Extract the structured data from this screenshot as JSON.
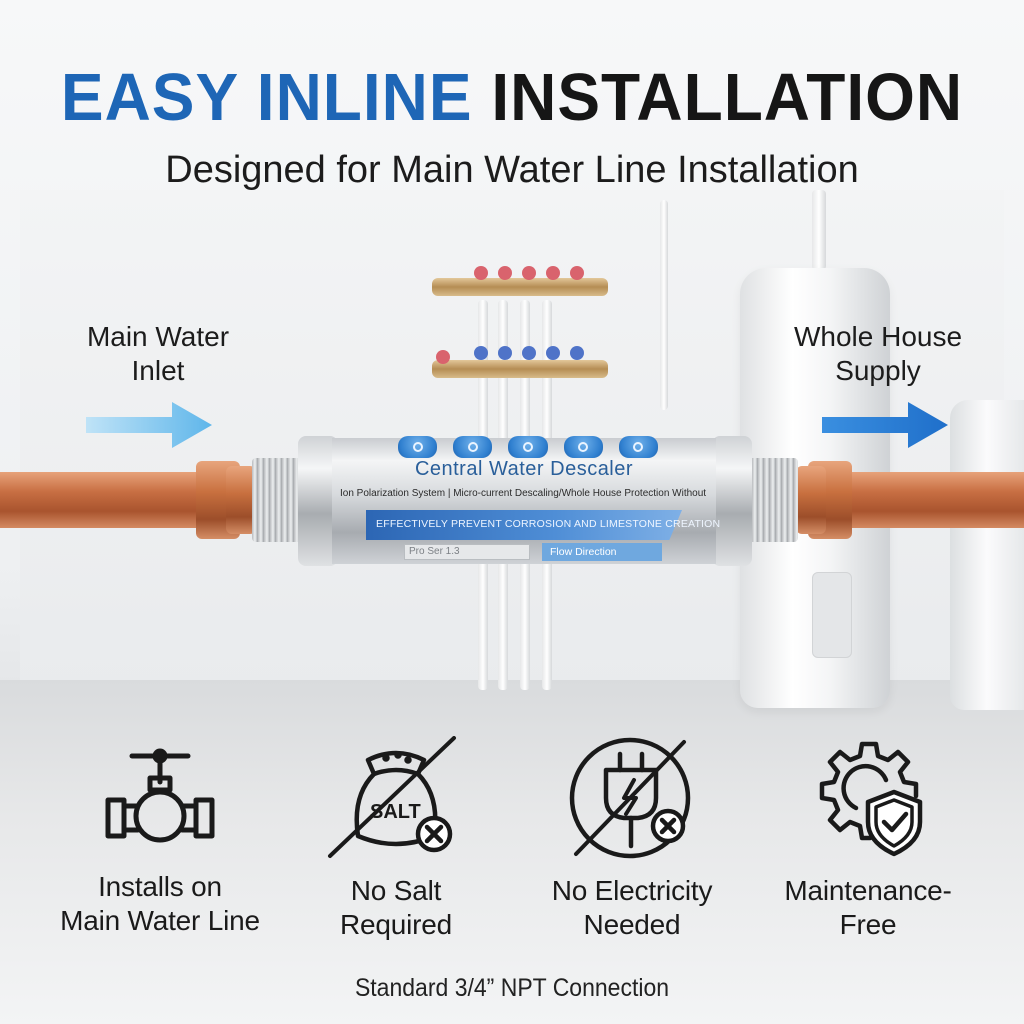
{
  "header": {
    "title_blue": "EASY INLINE",
    "title_black": "INSTALLATION",
    "subtitle": "Designed for Main Water Line Installation"
  },
  "flow": {
    "inlet_line1": "Main Water",
    "inlet_line2": "Inlet",
    "outlet_line1": "Whole House",
    "outlet_line2": "Supply",
    "inlet_arrow_color": "#7cc4ee",
    "outlet_arrow_color": "#2f7fd6"
  },
  "device": {
    "name": "Central Water Descaler",
    "features_line": "Ion Polarization System | Micro-current Descaling/Whole House Protection Without Maintenance",
    "band_text": "EFFECTIVELY PREVENT CORROSION AND LIMESTONE CREATION",
    "model_text": "Pro   Ser 1.3",
    "flow_direction": "Flow Direction"
  },
  "features": [
    {
      "icon": "valve-pipe-icon",
      "line1": "Installs on",
      "line2": "Main Water Line"
    },
    {
      "icon": "no-salt-icon",
      "line1": "No Salt",
      "line2": "Required",
      "icon_text": "SALT"
    },
    {
      "icon": "no-electricity-icon",
      "line1": "No Electricity",
      "line2": "Needed"
    },
    {
      "icon": "gear-shield-icon",
      "line1": "Maintenance-",
      "line2": "Free"
    }
  ],
  "footer": "Standard 3/4” NPT Connection",
  "colors": {
    "brand_blue": "#1e66b6",
    "accent_blue": "#2f7fd6",
    "copper": "#c86f43"
  }
}
